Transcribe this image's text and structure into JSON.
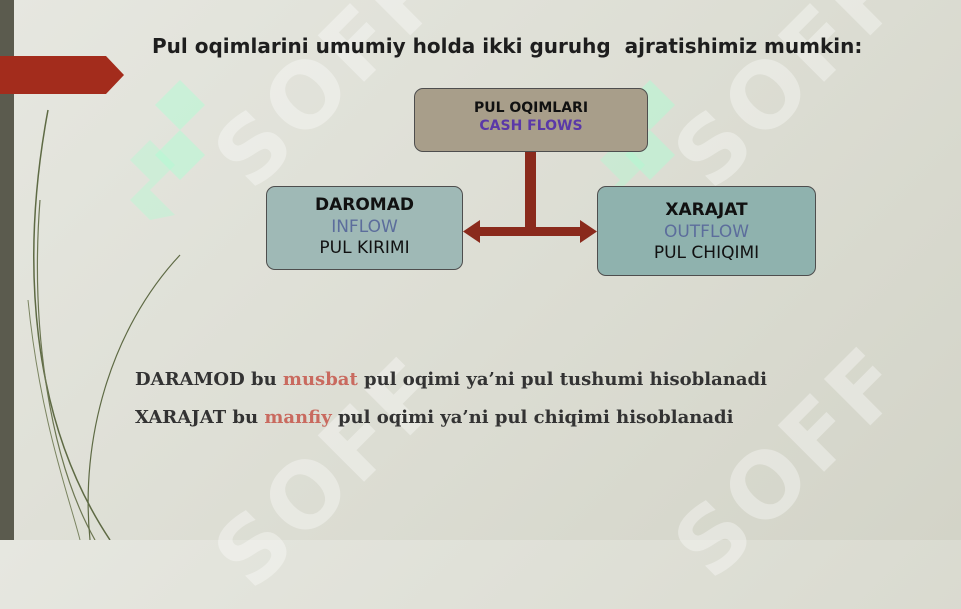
{
  "heading": "Pul oqimlarini umumiy holda ikki guruhg  ajratishimiz mumkin:",
  "watermark": "SOFF",
  "diagram": {
    "root": {
      "title": "PUL OQIMLARI",
      "subtitle": "CASH FLOWS"
    },
    "left": {
      "title": "DAROMAD",
      "subtitle": "INFLOW",
      "note": "PUL KIRIMI"
    },
    "right": {
      "title": "XARAJAT",
      "subtitle": "OUTFLOW",
      "note": "PUL CHIQIMI"
    }
  },
  "sentences": [
    {
      "lead": "DARAMOD bu ",
      "highlight": "musbat",
      "tail": " pul oqimi ya’ni pul tushumi hisoblanadi"
    },
    {
      "lead": "XARAJAT bu ",
      "highlight": "manfiy",
      "tail": " pul oqimi ya’ni pul chiqimi hisoblanadi"
    }
  ],
  "colors": {
    "accent_red": "#a32c1c",
    "highlight": "#c96a5f",
    "root_box": "#a89e8a",
    "child_box": "#9fb9b6"
  }
}
